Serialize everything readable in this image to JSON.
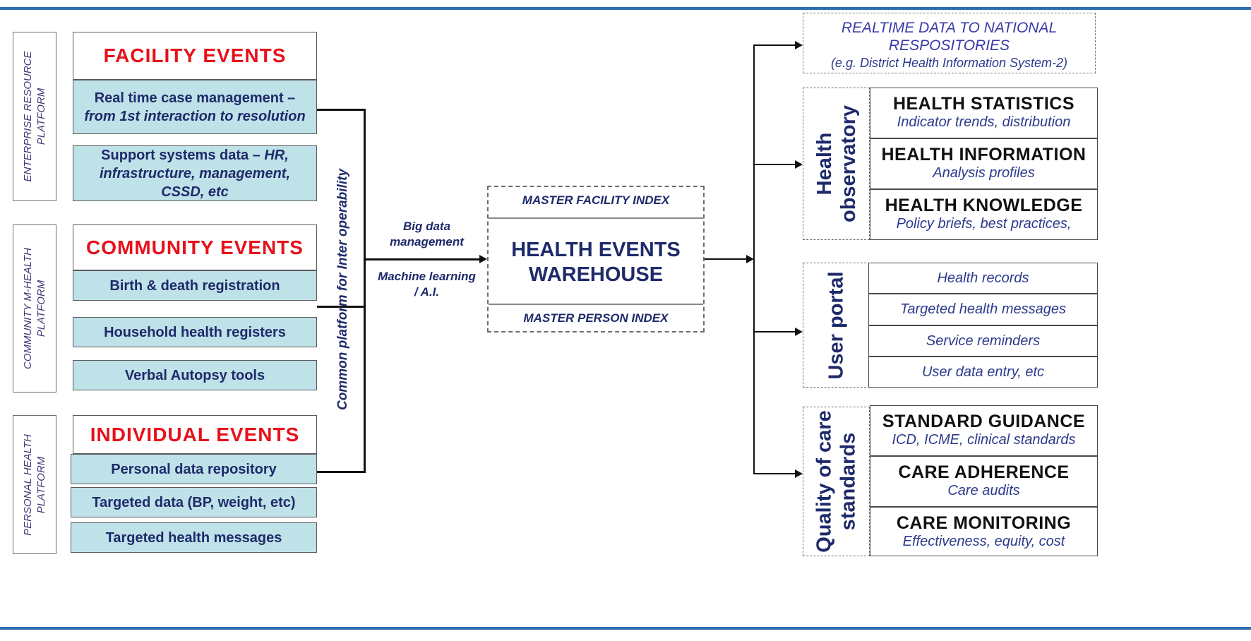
{
  "left": {
    "platforms": [
      {
        "label": "ENTERPRISE RESOURCE\nPLATFORM"
      },
      {
        "label": "COMMUNITY M-HEALTH\nPLATFORM"
      },
      {
        "label": "PERSONAL HEALTH\nPLATFORM"
      }
    ],
    "facility": {
      "title": "FACILITY EVENTS",
      "item1_line1": "Real time case management –",
      "item1_line2": "from 1st interaction to resolution",
      "item2_prefix": "Support systems data – ",
      "item2_italic": "HR, infrastructure, management, CSSD, etc"
    },
    "community": {
      "title": "COMMUNITY EVENTS",
      "items": [
        "Birth & death registration",
        "Household health registers",
        "Verbal Autopsy tools"
      ]
    },
    "individual": {
      "title": "INDIVIDUAL EVENTS",
      "items": [
        "Personal data repository",
        "Targeted data (BP, weight, etc)",
        "Targeted health messages"
      ]
    }
  },
  "interop_label": "Common platform for Inter operability",
  "middle": {
    "label1": "Big data management",
    "label2": "Machine learning / A.I."
  },
  "warehouse": {
    "master_facility": "MASTER FACILITY INDEX",
    "title_line1": "HEALTH EVENTS",
    "title_line2": "WAREHOUSE",
    "master_person": "MASTER PERSON INDEX"
  },
  "right": {
    "national": {
      "line1": "REALTIME DATA TO NATIONAL",
      "line2": "RESPOSITORIES",
      "line3": "(e.g. District Health Information System-2)"
    },
    "observatory": {
      "label": "Health\nobservatory",
      "boxes": [
        {
          "title": "HEALTH STATISTICS",
          "sub": "Indicator trends, distribution"
        },
        {
          "title": "HEALTH INFORMATION",
          "sub": "Analysis profiles"
        },
        {
          "title": "HEALTH KNOWLEDGE",
          "sub": "Policy briefs, best practices,"
        }
      ]
    },
    "portal": {
      "label": "User portal",
      "items": [
        "Health records",
        "Targeted health messages",
        "Service reminders",
        "User data entry, etc"
      ]
    },
    "quality": {
      "label": "Quality of care\nstandards",
      "boxes": [
        {
          "title": "STANDARD GUIDANCE",
          "sub": "ICD, ICME, clinical standards"
        },
        {
          "title": "CARE ADHERENCE",
          "sub": "Care audits"
        },
        {
          "title": "CARE MONITORING",
          "sub": "Effectiveness, equity, cost"
        }
      ]
    }
  }
}
